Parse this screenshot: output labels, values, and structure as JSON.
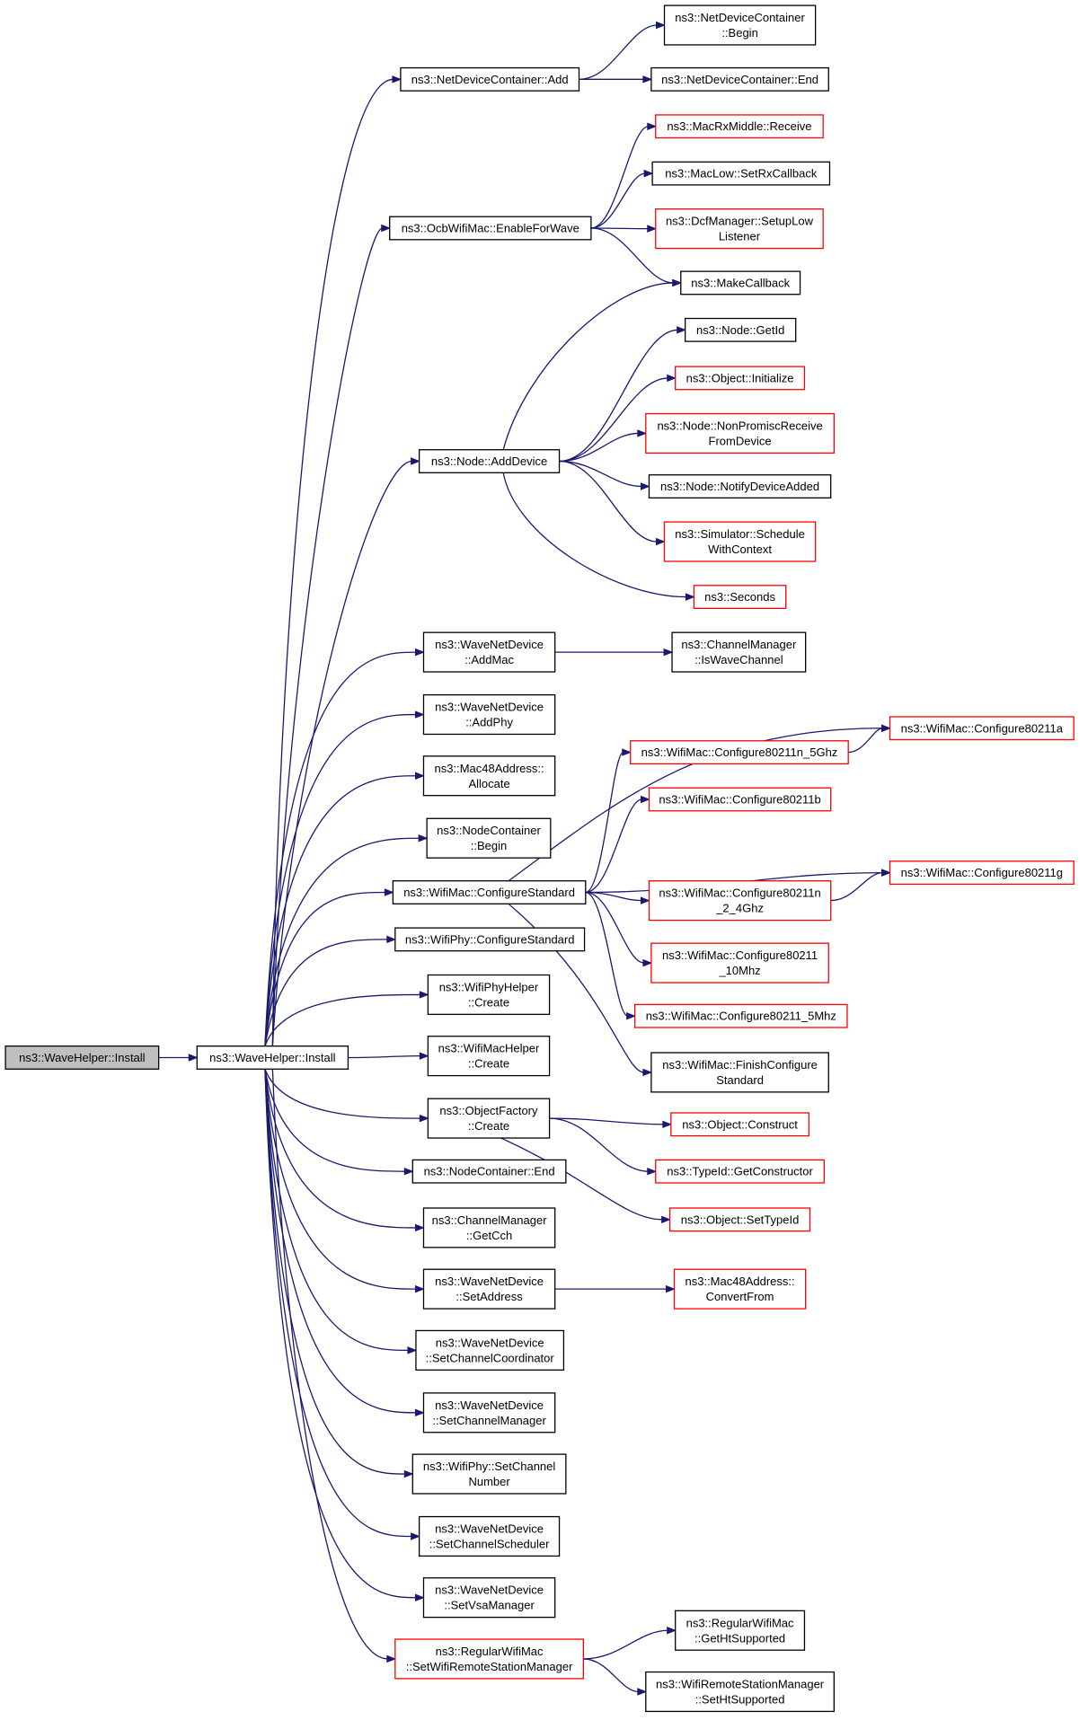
{
  "diagram": {
    "nodes": [
      {
        "id": "root",
        "lines": [
          "ns3::WaveHelper::Install"
        ],
        "style": "root"
      },
      {
        "id": "install",
        "lines": [
          "ns3::WaveHelper::Install"
        ],
        "style": "black"
      },
      {
        "id": "ndc_add",
        "lines": [
          "ns3::NetDeviceContainer::Add"
        ],
        "style": "black"
      },
      {
        "id": "ndc_begin",
        "lines": [
          "ns3::NetDeviceContainer",
          "::Begin"
        ],
        "style": "black"
      },
      {
        "id": "ndc_end",
        "lines": [
          "ns3::NetDeviceContainer::End"
        ],
        "style": "black"
      },
      {
        "id": "ocb_enable",
        "lines": [
          "ns3::OcbWifiMac::EnableForWave"
        ],
        "style": "black"
      },
      {
        "id": "macrx_receive",
        "lines": [
          "ns3::MacRxMiddle::Receive"
        ],
        "style": "red"
      },
      {
        "id": "maclow_setrx",
        "lines": [
          "ns3::MacLow::SetRxCallback"
        ],
        "style": "black"
      },
      {
        "id": "dcf_setuplow",
        "lines": [
          "ns3::DcfManager::SetupLow",
          "Listener"
        ],
        "style": "red"
      },
      {
        "id": "makecallback",
        "lines": [
          "ns3::MakeCallback"
        ],
        "style": "black"
      },
      {
        "id": "node_getid",
        "lines": [
          "ns3::Node::GetId"
        ],
        "style": "black"
      },
      {
        "id": "obj_init",
        "lines": [
          "ns3::Object::Initialize"
        ],
        "style": "red"
      },
      {
        "id": "node_nonpromisc",
        "lines": [
          "ns3::Node::NonPromiscReceive",
          "FromDevice"
        ],
        "style": "red"
      },
      {
        "id": "node_adddevice",
        "lines": [
          "ns3::Node::AddDevice"
        ],
        "style": "black"
      },
      {
        "id": "node_notify",
        "lines": [
          "ns3::Node::NotifyDeviceAdded"
        ],
        "style": "black"
      },
      {
        "id": "sim_schedule",
        "lines": [
          "ns3::Simulator::Schedule",
          "WithContext"
        ],
        "style": "red"
      },
      {
        "id": "seconds",
        "lines": [
          "ns3::Seconds"
        ],
        "style": "red"
      },
      {
        "id": "wnd_addmac",
        "lines": [
          "ns3::WaveNetDevice",
          "::AddMac"
        ],
        "style": "black"
      },
      {
        "id": "cm_iswave",
        "lines": [
          "ns3::ChannelManager",
          "::IsWaveChannel"
        ],
        "style": "black"
      },
      {
        "id": "wnd_addphy",
        "lines": [
          "ns3::WaveNetDevice",
          "::AddPhy"
        ],
        "style": "black"
      },
      {
        "id": "mac48_alloc",
        "lines": [
          "ns3::Mac48Address::",
          "Allocate"
        ],
        "style": "black"
      },
      {
        "id": "nc_begin",
        "lines": [
          "ns3::NodeContainer",
          "::Begin"
        ],
        "style": "black"
      },
      {
        "id": "wm_configstd",
        "lines": [
          "ns3::WifiMac::ConfigureStandard"
        ],
        "style": "black"
      },
      {
        "id": "wm_11n5",
        "lines": [
          "ns3::WifiMac::Configure80211n_5Ghz"
        ],
        "style": "red"
      },
      {
        "id": "wm_11a",
        "lines": [
          "ns3::WifiMac::Configure80211a"
        ],
        "style": "red"
      },
      {
        "id": "wm_11b",
        "lines": [
          "ns3::WifiMac::Configure80211b"
        ],
        "style": "red"
      },
      {
        "id": "wm_11g",
        "lines": [
          "ns3::WifiMac::Configure80211g"
        ],
        "style": "red"
      },
      {
        "id": "wm_11n24",
        "lines": [
          "ns3::WifiMac::Configure80211n",
          "_2_4Ghz"
        ],
        "style": "red"
      },
      {
        "id": "wm_10mhz",
        "lines": [
          "ns3::WifiMac::Configure80211",
          "_10Mhz"
        ],
        "style": "red"
      },
      {
        "id": "wm_5mhz",
        "lines": [
          "ns3::WifiMac::Configure80211_5Mhz"
        ],
        "style": "red"
      },
      {
        "id": "wm_finish",
        "lines": [
          "ns3::WifiMac::FinishConfigure",
          "Standard"
        ],
        "style": "black"
      },
      {
        "id": "wp_configstd",
        "lines": [
          "ns3::WifiPhy::ConfigureStandard"
        ],
        "style": "black"
      },
      {
        "id": "wph_create",
        "lines": [
          "ns3::WifiPhyHelper",
          "::Create"
        ],
        "style": "black"
      },
      {
        "id": "wmh_create",
        "lines": [
          "ns3::WifiMacHelper",
          "::Create"
        ],
        "style": "black"
      },
      {
        "id": "of_create",
        "lines": [
          "ns3::ObjectFactory",
          "::Create"
        ],
        "style": "black"
      },
      {
        "id": "obj_construct",
        "lines": [
          "ns3::Object::Construct"
        ],
        "style": "red"
      },
      {
        "id": "typeid_getctor",
        "lines": [
          "ns3::TypeId::GetConstructor"
        ],
        "style": "red"
      },
      {
        "id": "obj_settypeid",
        "lines": [
          "ns3::Object::SetTypeId"
        ],
        "style": "red"
      },
      {
        "id": "nc_end",
        "lines": [
          "ns3::NodeContainer::End"
        ],
        "style": "black"
      },
      {
        "id": "cm_getcch",
        "lines": [
          "ns3::ChannelManager",
          "::GetCch"
        ],
        "style": "black"
      },
      {
        "id": "wnd_setaddr",
        "lines": [
          "ns3::WaveNetDevice",
          "::SetAddress"
        ],
        "style": "black"
      },
      {
        "id": "mac48_convert",
        "lines": [
          "ns3::Mac48Address::",
          "ConvertFrom"
        ],
        "style": "red"
      },
      {
        "id": "wnd_setcc",
        "lines": [
          "ns3::WaveNetDevice",
          "::SetChannelCoordinator"
        ],
        "style": "black"
      },
      {
        "id": "wnd_setcm",
        "lines": [
          "ns3::WaveNetDevice",
          "::SetChannelManager"
        ],
        "style": "black"
      },
      {
        "id": "wp_setchnum",
        "lines": [
          "ns3::WifiPhy::SetChannel",
          "Number"
        ],
        "style": "black"
      },
      {
        "id": "wnd_setcs",
        "lines": [
          "ns3::WaveNetDevice",
          "::SetChannelScheduler"
        ],
        "style": "black"
      },
      {
        "id": "wnd_setvsa",
        "lines": [
          "ns3::WaveNetDevice",
          "::SetVsaManager"
        ],
        "style": "black"
      },
      {
        "id": "rwm_setrsm",
        "lines": [
          "ns3::RegularWifiMac",
          "::SetWifiRemoteStationManager"
        ],
        "style": "red"
      },
      {
        "id": "rwm_getht",
        "lines": [
          "ns3::RegularWifiMac",
          "::GetHtSupported"
        ],
        "style": "black"
      },
      {
        "id": "wrsm_setht",
        "lines": [
          "ns3::WifiRemoteStationManager",
          "::SetHtSupported"
        ],
        "style": "black"
      }
    ],
    "edges": [
      [
        "root",
        "install"
      ],
      [
        "install",
        "ndc_add"
      ],
      [
        "install",
        "ocb_enable"
      ],
      [
        "install",
        "node_adddevice"
      ],
      [
        "install",
        "wnd_addmac"
      ],
      [
        "install",
        "wnd_addphy"
      ],
      [
        "install",
        "mac48_alloc"
      ],
      [
        "install",
        "nc_begin"
      ],
      [
        "install",
        "wm_configstd"
      ],
      [
        "install",
        "wp_configstd"
      ],
      [
        "install",
        "wph_create"
      ],
      [
        "install",
        "wmh_create"
      ],
      [
        "install",
        "of_create"
      ],
      [
        "install",
        "nc_end"
      ],
      [
        "install",
        "cm_getcch"
      ],
      [
        "install",
        "wnd_setaddr"
      ],
      [
        "install",
        "wnd_setcc"
      ],
      [
        "install",
        "wnd_setcm"
      ],
      [
        "install",
        "wp_setchnum"
      ],
      [
        "install",
        "wnd_setcs"
      ],
      [
        "install",
        "wnd_setvsa"
      ],
      [
        "install",
        "rwm_setrsm"
      ],
      [
        "ndc_add",
        "ndc_begin"
      ],
      [
        "ndc_add",
        "ndc_end"
      ],
      [
        "ocb_enable",
        "macrx_receive"
      ],
      [
        "ocb_enable",
        "maclow_setrx"
      ],
      [
        "ocb_enable",
        "dcf_setuplow"
      ],
      [
        "ocb_enable",
        "makecallback"
      ],
      [
        "node_adddevice",
        "makecallback"
      ],
      [
        "node_adddevice",
        "node_getid"
      ],
      [
        "node_adddevice",
        "obj_init"
      ],
      [
        "node_adddevice",
        "node_nonpromisc"
      ],
      [
        "node_adddevice",
        "node_notify"
      ],
      [
        "node_adddevice",
        "sim_schedule"
      ],
      [
        "node_adddevice",
        "seconds"
      ],
      [
        "wnd_addmac",
        "cm_iswave"
      ],
      [
        "wm_configstd",
        "wm_11a"
      ],
      [
        "wm_configstd",
        "wm_11n5"
      ],
      [
        "wm_configstd",
        "wm_11b"
      ],
      [
        "wm_configstd",
        "wm_11g"
      ],
      [
        "wm_configstd",
        "wm_11n24"
      ],
      [
        "wm_configstd",
        "wm_10mhz"
      ],
      [
        "wm_configstd",
        "wm_5mhz"
      ],
      [
        "wm_configstd",
        "wm_finish"
      ],
      [
        "wm_11n5",
        "wm_11a"
      ],
      [
        "wm_11n24",
        "wm_11g"
      ],
      [
        "of_create",
        "obj_construct"
      ],
      [
        "of_create",
        "typeid_getctor"
      ],
      [
        "of_create",
        "obj_settypeid"
      ],
      [
        "wnd_setaddr",
        "mac48_convert"
      ],
      [
        "rwm_setrsm",
        "rwm_getht"
      ],
      [
        "rwm_setrsm",
        "wrsm_setht"
      ]
    ]
  }
}
